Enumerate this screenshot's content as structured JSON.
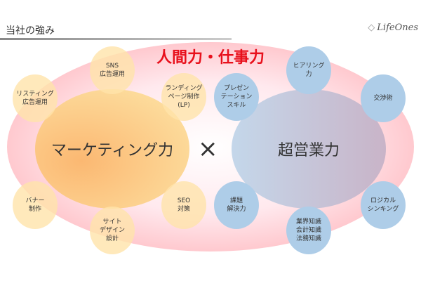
{
  "header": {
    "title": "当社の強み",
    "logo": "LifeOnes"
  },
  "diagram": {
    "title": "人間力・仕事力",
    "left_label": "マーケティング力",
    "right_label": "超営業力",
    "operator": "×",
    "marketing_items": [
      "SNS\n広告運用",
      "リスティング\n広告運用",
      "ランディング\nページ制作\n(LP)",
      "バナー\n制作",
      "サイト\nデザイン\n設計",
      "SEO\n対策"
    ],
    "sales_items": [
      "プレゼン\nテーション\nスキル",
      "ヒアリング\n力",
      "交渉術",
      "課題\n解決力",
      "業界知識\n会計知識\n法務知識",
      "ロジカル\nシンキング"
    ]
  },
  "colors": {
    "title": "#e8101c",
    "marketing": "#fde1a2",
    "sales": "#aecde8"
  }
}
